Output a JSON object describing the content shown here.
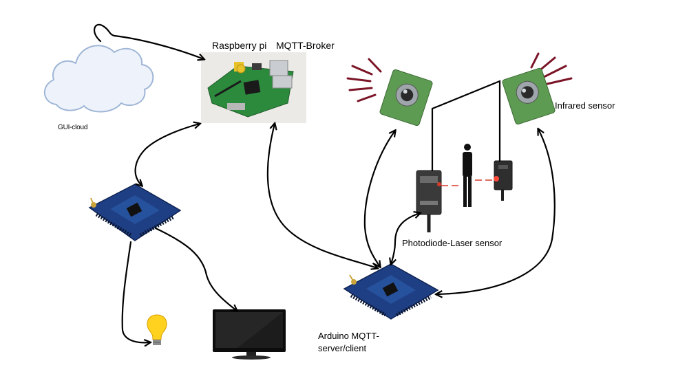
{
  "labels": {
    "raspberry_pi": "Raspberry pi",
    "mqtt_broker": "MQTT-Broker",
    "gui_cloud": "GUI-cloud",
    "infrared_sensor": "Infrared sensor",
    "photodiode_laser_sensor": "Photodiode-Laser sensor",
    "arduino": "Arduino MQTT-server/client"
  },
  "colors": {
    "arrow": "#000000",
    "pcb": "#1f3f84",
    "ir_rays": "#7a1426",
    "cloud_stroke": "#9fb5d6",
    "cloud_fill": "#eef3fb",
    "bulb": "#ffd21f",
    "laser": "#d83a2a"
  },
  "icons": [
    "cloud-icon",
    "raspberry-pi-board-icon",
    "arduino-board-icon",
    "infrared-sensor-icon",
    "photodiode-sensor-icon",
    "laser-sensor-icon",
    "person-icon",
    "light-bulb-icon",
    "monitor-icon"
  ]
}
